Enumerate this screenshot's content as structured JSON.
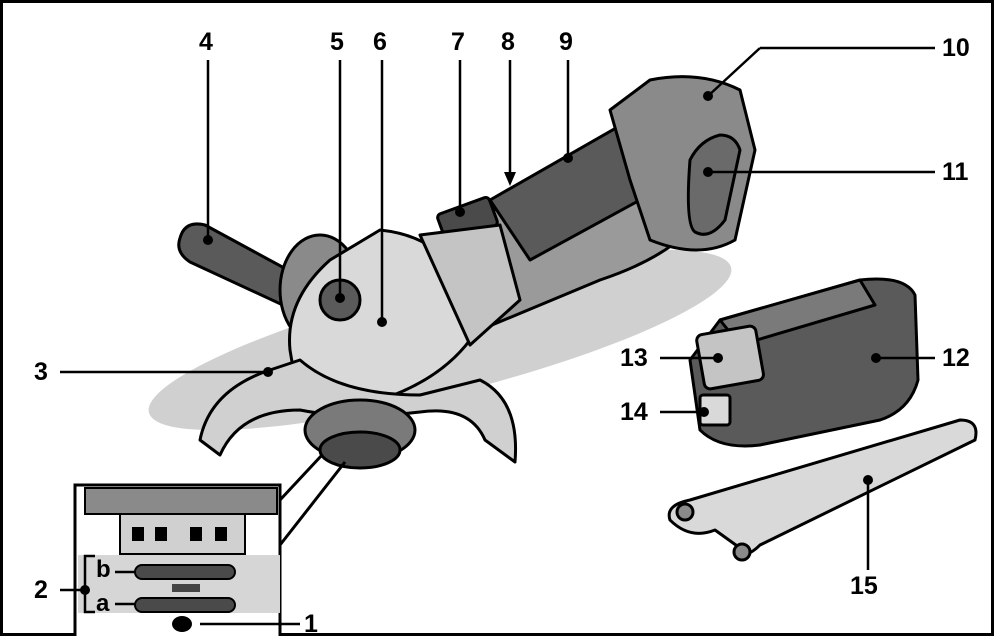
{
  "callouts": {
    "c1": "1",
    "c2": "2",
    "c3": "3",
    "c4": "4",
    "c5": "5",
    "c6": "6",
    "c7": "7",
    "c8": "8",
    "c9": "9",
    "c10": "10",
    "c11": "11",
    "c12": "12",
    "c13": "13",
    "c14": "14",
    "c15": "15",
    "ca": "a",
    "cb": "b"
  },
  "colors": {
    "outline": "#000000",
    "grip": "#5a5a5a",
    "body": "#9a9a9a",
    "light": "#d9d9d9",
    "shadow": "#c4c4c4"
  }
}
